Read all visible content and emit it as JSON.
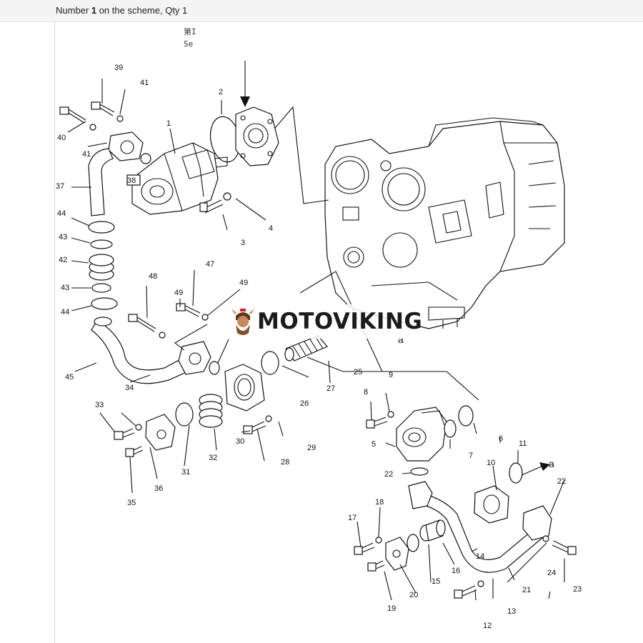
{
  "header": {
    "prefix": "Number ",
    "number": "1",
    "suffix": " on the scheme, Qty 1"
  },
  "note": {
    "line1": "第I",
    "line2": "Se"
  },
  "watermark": {
    "text": "MOTOVIKING"
  },
  "direction_marker": "a",
  "callouts": [
    {
      "id": "c39",
      "text": "39"
    },
    {
      "id": "c41a",
      "text": "41"
    },
    {
      "id": "c40",
      "text": "40"
    },
    {
      "id": "c41b",
      "text": "41"
    },
    {
      "id": "c2",
      "text": "2"
    },
    {
      "id": "c1",
      "text": "1"
    },
    {
      "id": "c37",
      "text": "37"
    },
    {
      "id": "c38",
      "text": "38"
    },
    {
      "id": "c3",
      "text": "3"
    },
    {
      "id": "c4",
      "text": "4"
    },
    {
      "id": "c44a",
      "text": "44"
    },
    {
      "id": "c43a",
      "text": "43"
    },
    {
      "id": "c42",
      "text": "42"
    },
    {
      "id": "c43b",
      "text": "43"
    },
    {
      "id": "c44b",
      "text": "44"
    },
    {
      "id": "c48",
      "text": "48"
    },
    {
      "id": "c47",
      "text": "47"
    },
    {
      "id": "c49a",
      "text": "49"
    },
    {
      "id": "c49b",
      "text": "49"
    },
    {
      "id": "c45",
      "text": "45"
    },
    {
      "id": "c34",
      "text": "34"
    },
    {
      "id": "c25",
      "text": "25"
    },
    {
      "id": "c9",
      "text": "9"
    },
    {
      "id": "c27",
      "text": "27"
    },
    {
      "id": "c8",
      "text": "8"
    },
    {
      "id": "c26",
      "text": "26"
    },
    {
      "id": "c33",
      "text": "33"
    },
    {
      "id": "c6",
      "text": "6"
    },
    {
      "id": "c11",
      "text": "11"
    },
    {
      "id": "c5",
      "text": "5"
    },
    {
      "id": "c29",
      "text": "29"
    },
    {
      "id": "c30",
      "text": "30"
    },
    {
      "id": "c32",
      "text": "32"
    },
    {
      "id": "c7",
      "text": "7"
    },
    {
      "id": "c10",
      "text": "10"
    },
    {
      "id": "c28",
      "text": "28"
    },
    {
      "id": "c31",
      "text": "31"
    },
    {
      "id": "c22a",
      "text": "22"
    },
    {
      "id": "c22b",
      "text": "22"
    },
    {
      "id": "c36",
      "text": "36"
    },
    {
      "id": "c35",
      "text": "35"
    },
    {
      "id": "c18",
      "text": "18"
    },
    {
      "id": "c17",
      "text": "17"
    },
    {
      "id": "c14",
      "text": "14"
    },
    {
      "id": "c24",
      "text": "24"
    },
    {
      "id": "c16",
      "text": "16"
    },
    {
      "id": "c15",
      "text": "15"
    },
    {
      "id": "c21",
      "text": "21"
    },
    {
      "id": "c23",
      "text": "23"
    },
    {
      "id": "c20",
      "text": "20"
    },
    {
      "id": "c13",
      "text": "13"
    },
    {
      "id": "c19",
      "text": "19"
    },
    {
      "id": "c12",
      "text": "12"
    }
  ]
}
